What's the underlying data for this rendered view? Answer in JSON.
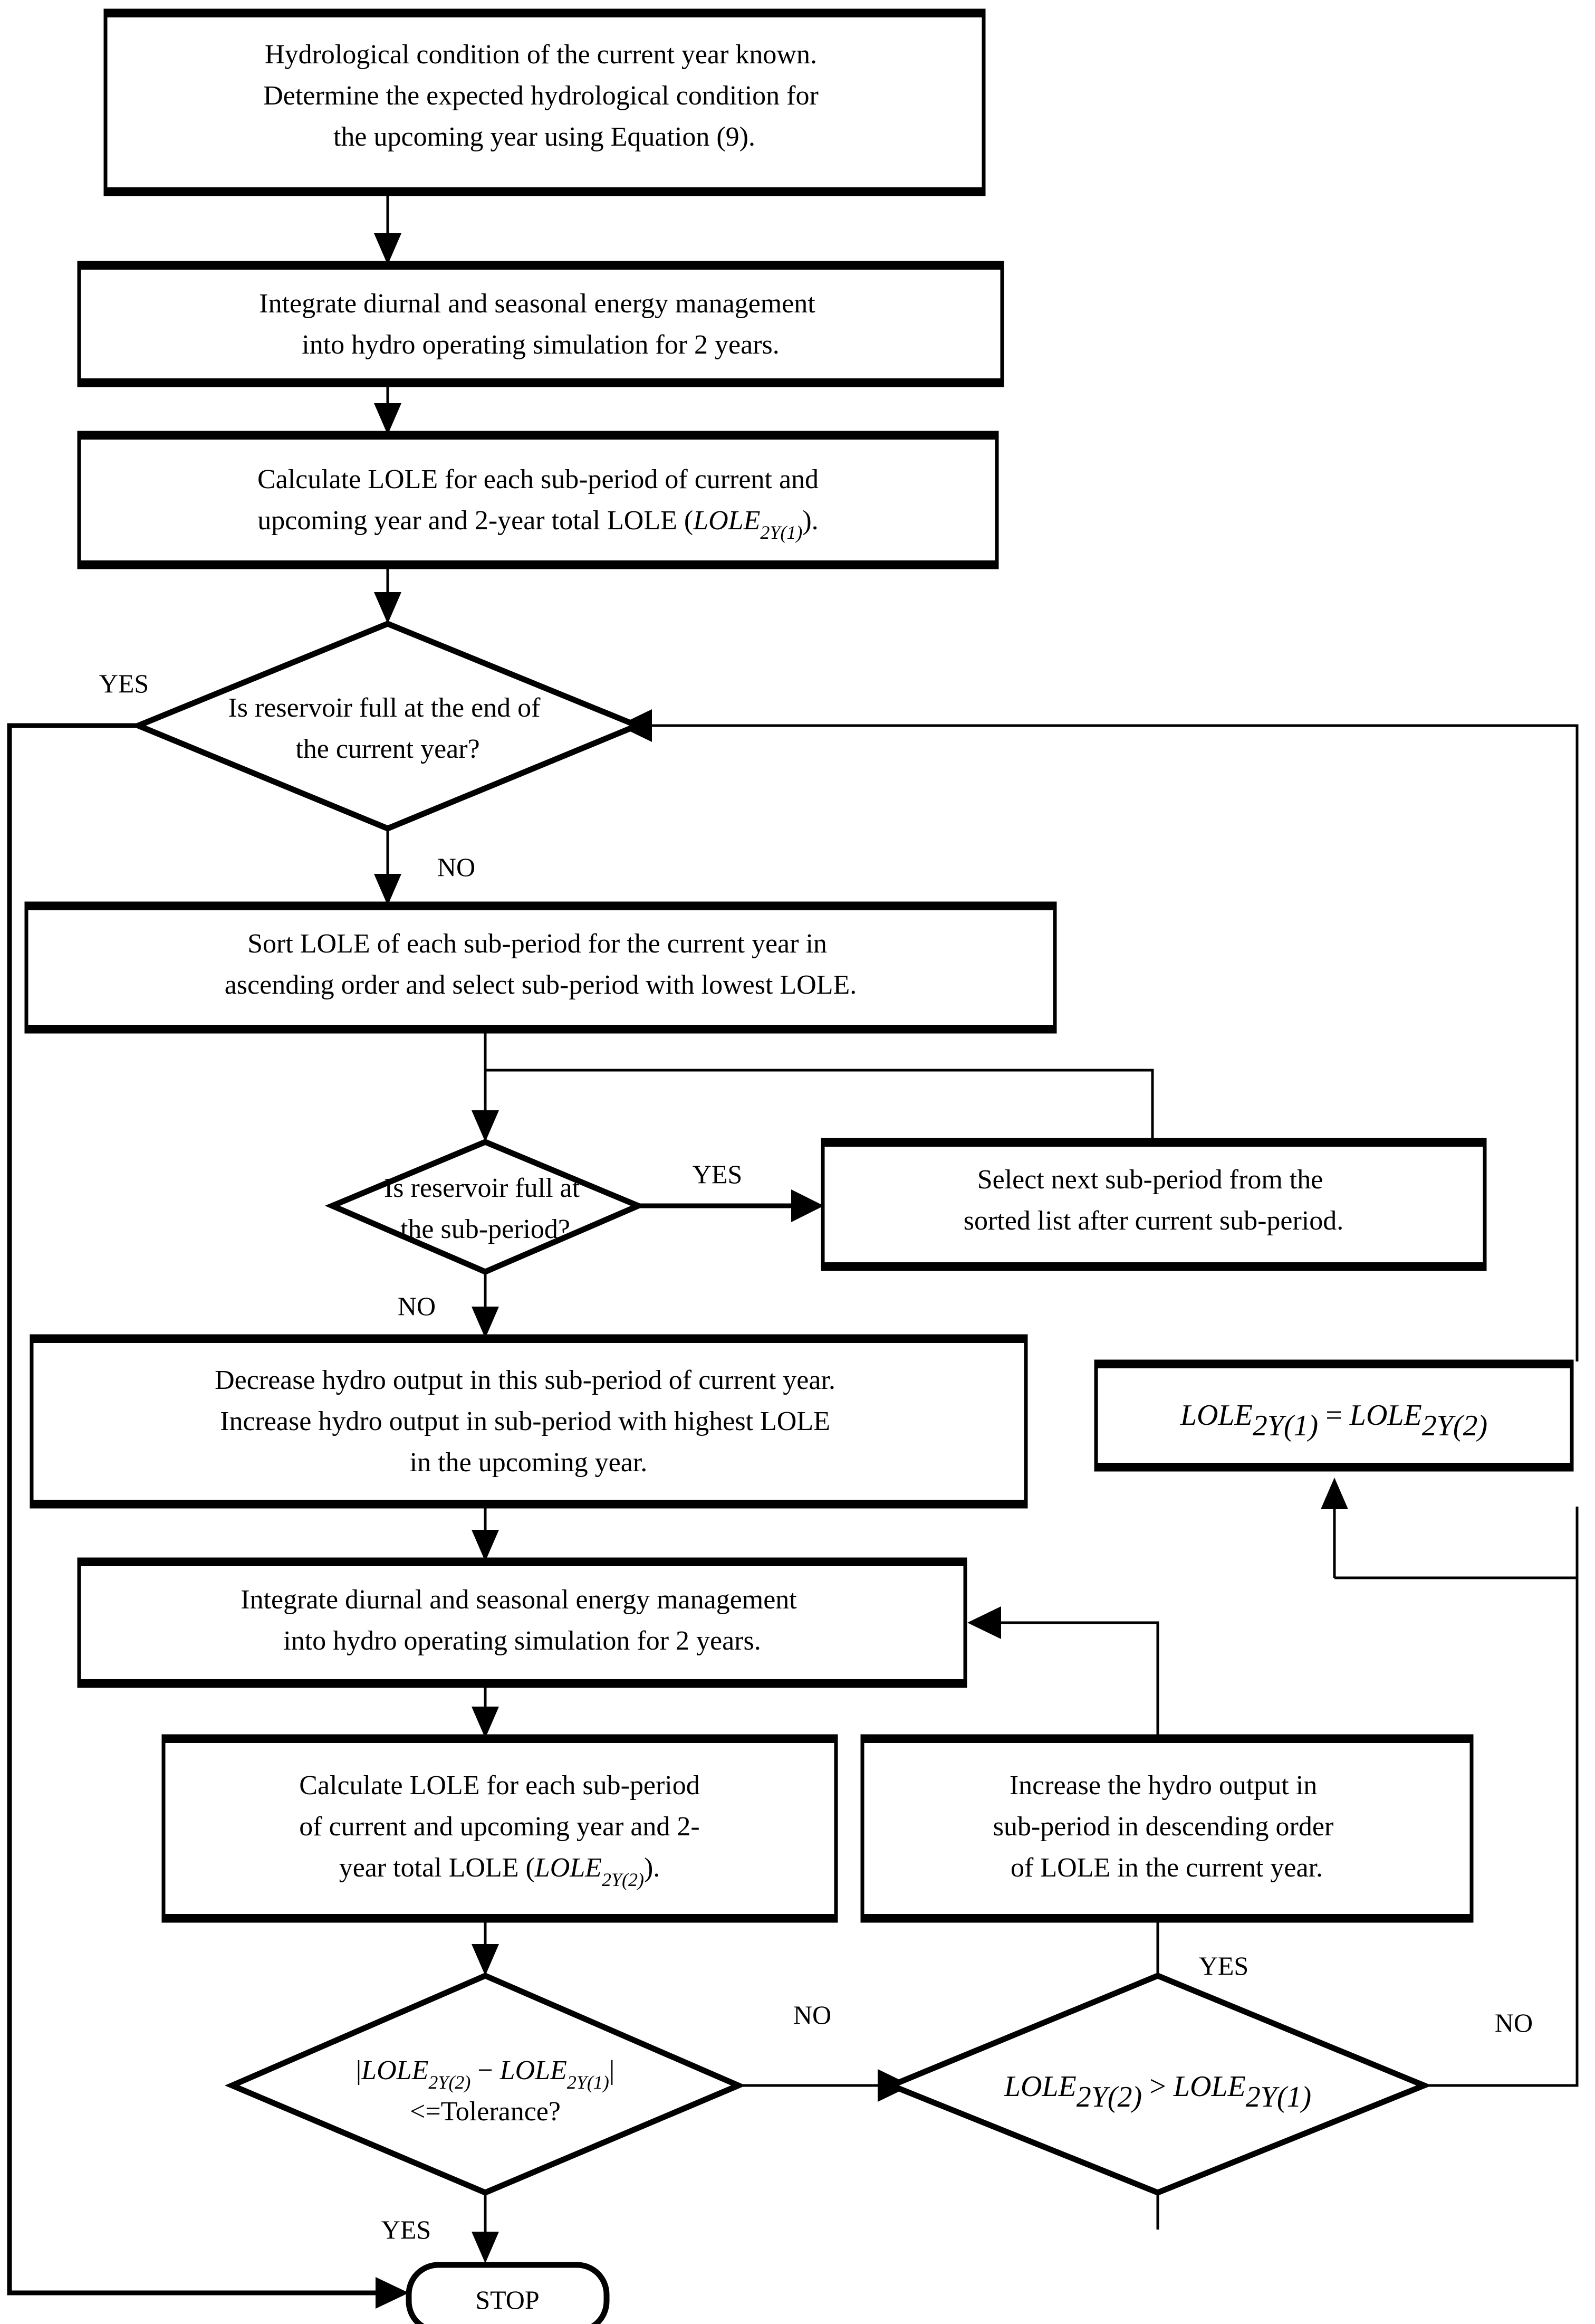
{
  "diagram": {
    "type": "flowchart",
    "title": "Two-year hydro LOLE optimization flowchart",
    "background_color": "#ffffff",
    "line_color": "#000000"
  },
  "nodes": {
    "start_process": {
      "shape": "process",
      "lines": [
        "Hydrological condition of the current year known.",
        "Determine the expected hydrological condition for",
        "the upcoming year using Equation (9)."
      ]
    },
    "integrate_1": {
      "shape": "process",
      "lines": [
        "Integrate diurnal and seasonal energy management",
        "into hydro operating simulation for 2 years."
      ]
    },
    "calculate_lole_1": {
      "shape": "process",
      "lines": [
        "Calculate LOLE for each sub-period of current and",
        "upcoming year and 2-year total LOLE (LOLE_2Y(1))."
      ],
      "line1": "Calculate LOLE for each sub-period of current and",
      "line2_pre": "upcoming year and 2-year total LOLE (",
      "line2_math": "LOLE",
      "line2_sub": "2Y(1)",
      "line2_post": ")."
    },
    "decision_reservoir_year": {
      "shape": "decision",
      "lines": [
        "Is reservoir full at the end of",
        "the current year?"
      ]
    },
    "sort_lole": {
      "shape": "process",
      "lines": [
        "Sort LOLE of each sub-period for the current year in",
        "ascending order and select sub-period with lowest LOLE."
      ]
    },
    "decision_reservoir_subperiod": {
      "shape": "decision",
      "lines": [
        "Is reservoir full at",
        "the sub-period?"
      ]
    },
    "select_next_subperiod": {
      "shape": "process",
      "lines": [
        "Select next sub-period from the",
        "sorted list after current sub-period."
      ]
    },
    "adjust_hydro_output": {
      "shape": "process",
      "lines": [
        "Decrease hydro output in this sub-period of current year.",
        "Increase hydro output in sub-period with highest LOLE",
        "in the upcoming year."
      ]
    },
    "assign_lole": {
      "shape": "process",
      "equation_left_math": "LOLE",
      "equation_left_sub": "2Y(1)",
      "equation_operator": "=",
      "equation_right_math": "LOLE",
      "equation_right_sub": "2Y(2)",
      "plain": "LOLE2Y(1) = LOLE2Y(2)"
    },
    "integrate_2": {
      "shape": "process",
      "lines": [
        "Integrate diurnal and seasonal energy management",
        "into hydro operating simulation for 2 years."
      ]
    },
    "calculate_lole_2": {
      "shape": "process",
      "line1": "Calculate LOLE for each sub-period",
      "line2": "of current and upcoming year and 2-",
      "line3_pre": "year total LOLE (",
      "line3_math": "LOLE",
      "line3_sub": "2Y(2)",
      "line3_post": ")."
    },
    "increase_hydro_output": {
      "shape": "process",
      "lines": [
        "Increase the hydro output in",
        "sub-period in descending order",
        "of LOLE in the current year."
      ]
    },
    "decision_tolerance": {
      "shape": "decision",
      "line1_pre": "|",
      "line1_math_a": "LOLE",
      "line1_sub_a": "2Y(2)",
      "line1_op": "−",
      "line1_math_b": "LOLE",
      "line1_sub_b": "2Y(1)",
      "line1_post": "|",
      "line2": "<=Tolerance?",
      "plain": "|LOLE2Y(2) − LOLE2Y(1)| <=Tolerance?"
    },
    "decision_compare": {
      "shape": "decision",
      "math_a": "LOLE",
      "sub_a": "2Y(2)",
      "operator": ">",
      "math_b": "LOLE",
      "sub_b": "2Y(1)",
      "plain": "LOLE2Y(2) > LOLE2Y(1)"
    },
    "stop_terminal": {
      "shape": "terminal",
      "label": "STOP"
    }
  },
  "edge_labels": {
    "yes_reservoir_year": "YES",
    "no_reservoir_year": "NO",
    "yes_reservoir_subperiod": "YES",
    "no_reservoir_subperiod": "NO",
    "no_tolerance": "NO",
    "yes_tolerance": "YES",
    "yes_compare": "YES",
    "no_compare": "NO"
  }
}
